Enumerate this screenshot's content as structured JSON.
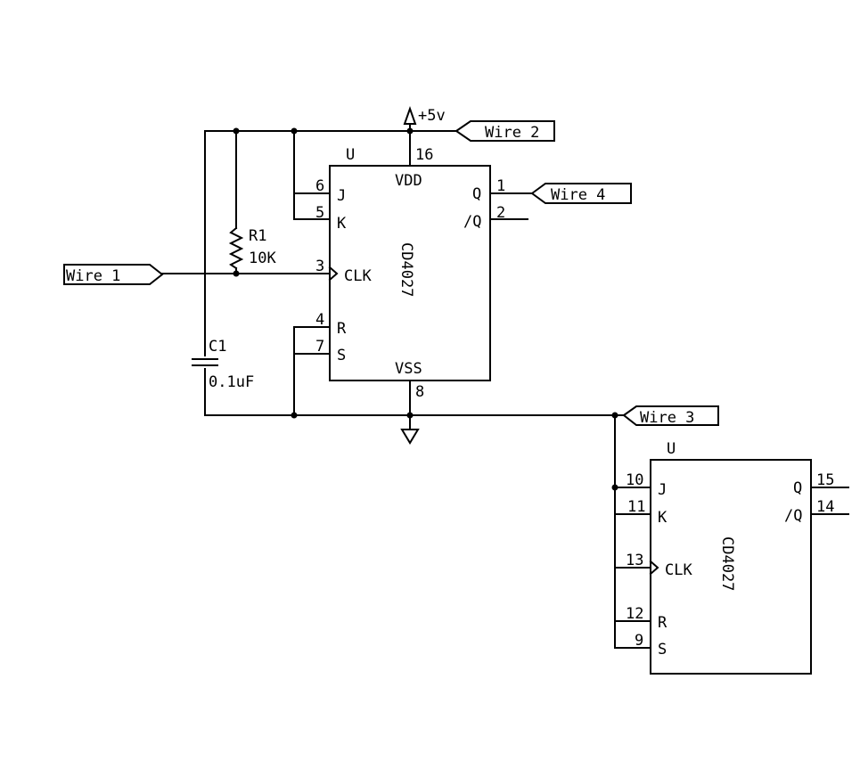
{
  "net_labels": {
    "wire1": "Wire 1",
    "wire2": "Wire 2",
    "wire3": "Wire 3",
    "wire4": "Wire 4"
  },
  "power": {
    "vcc_label": "+5v"
  },
  "resistor": {
    "ref": "R1",
    "value": "10K"
  },
  "capacitor": {
    "ref": "C1",
    "value": "0.1uF"
  },
  "ic1": {
    "unit": "U",
    "part": "CD4027",
    "pins": {
      "vdd_num": "16",
      "vdd_label": "VDD",
      "vss_num": "8",
      "vss_label": "VSS",
      "j_num": "6",
      "j_label": "J",
      "k_num": "5",
      "k_label": "K",
      "clk_num": "3",
      "clk_label": "CLK",
      "r_num": "4",
      "r_label": "R",
      "s_num": "7",
      "s_label": "S",
      "q_num": "1",
      "q_label": "Q",
      "qn_num": "2",
      "qn_label": "/Q"
    }
  },
  "ic2": {
    "unit": "U",
    "part": "CD4027",
    "pins": {
      "j_num": "10",
      "j_label": "J",
      "k_num": "11",
      "k_label": "K",
      "clk_num": "13",
      "clk_label": "CLK",
      "r_num": "12",
      "r_label": "R",
      "s_num": "9",
      "s_label": "S",
      "q_num": "15",
      "q_label": "Q",
      "qn_num": "14",
      "qn_label": "/Q"
    }
  }
}
